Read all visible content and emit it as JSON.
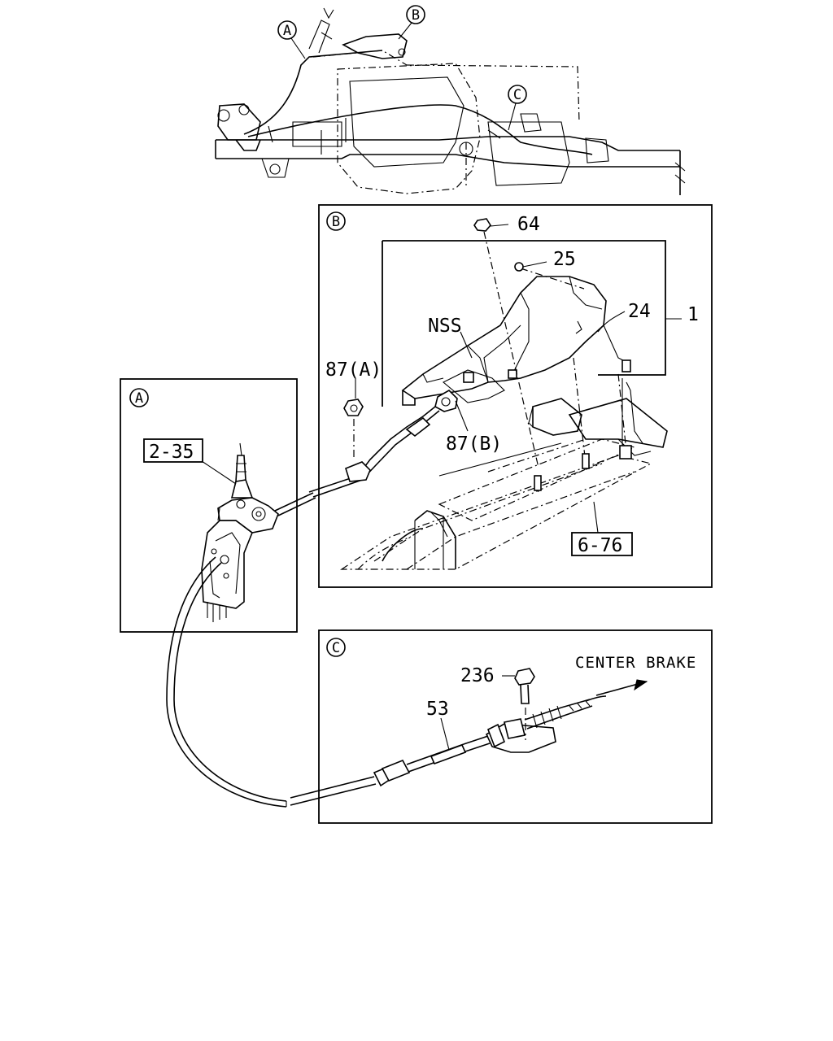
{
  "callouts": {
    "A": "A",
    "B": "B",
    "C": "C"
  },
  "parts": {
    "p1": "1",
    "p24": "24",
    "p25": "25",
    "p64": "64",
    "nss": "NSS",
    "p87a": "87(A)",
    "p87b": "87(B)",
    "p6_76": "6-76",
    "p2_35": "2-35",
    "p236": "236",
    "p53": "53"
  },
  "notes": {
    "center_brake": "CENTER BRAKE"
  }
}
